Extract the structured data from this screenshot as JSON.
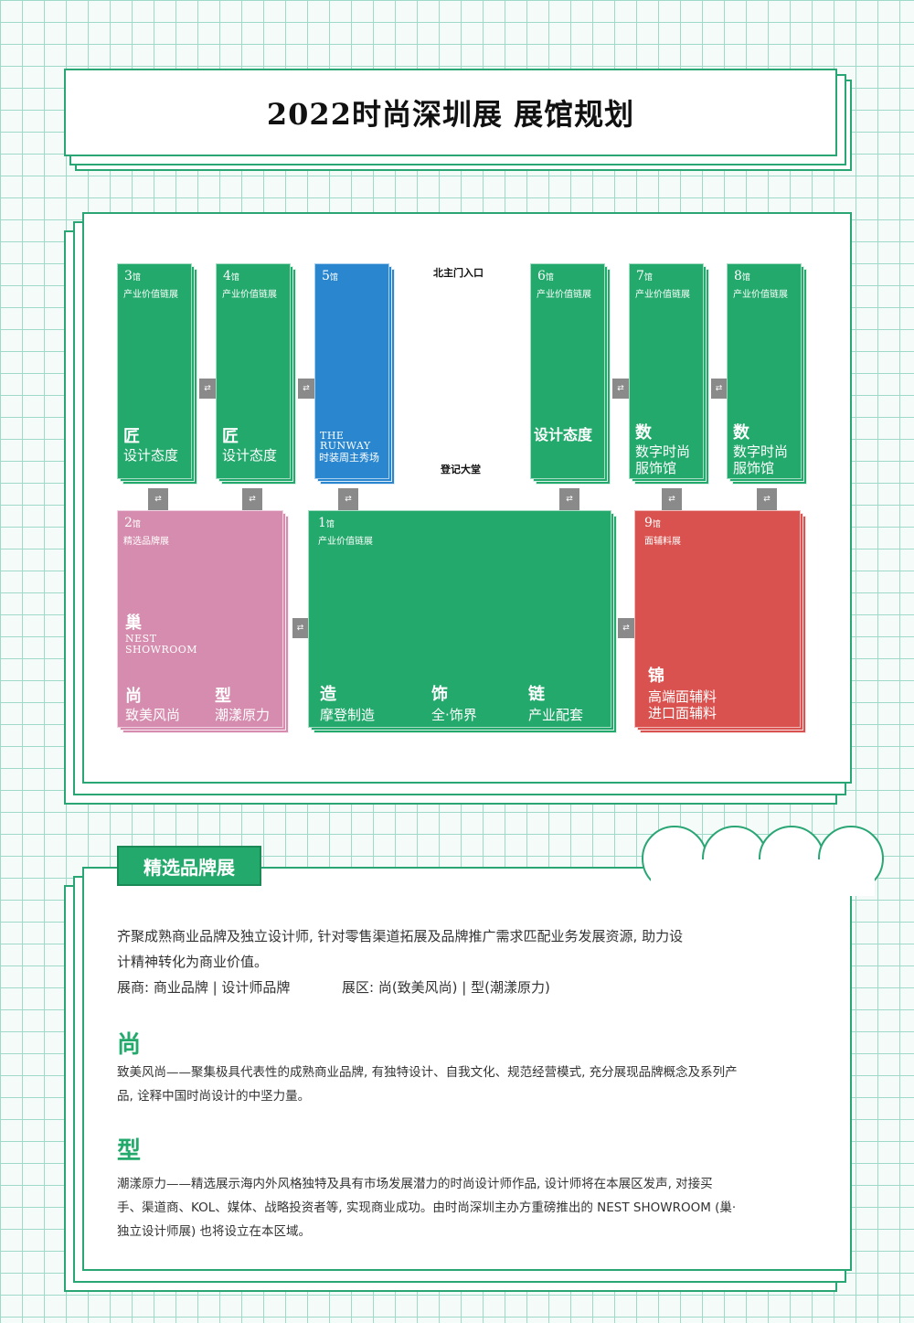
{
  "title": "2022时尚深圳展  展馆规划",
  "labels": {
    "north_entrance": "北主门入口",
    "lobby": "登记大堂"
  },
  "connector_symbol": "⇄",
  "halls": {
    "h3": {
      "num": "3",
      "unit": "馆",
      "sub": "产业价值链展",
      "big": "匠",
      "desc": "设计态度",
      "color": "#23a96c"
    },
    "h4": {
      "num": "4",
      "unit": "馆",
      "sub": "产业价值链展",
      "big": "匠",
      "desc": "设计态度",
      "color": "#23a96c"
    },
    "h5": {
      "num": "5",
      "unit": "馆",
      "eng1": "THE",
      "eng2": "RUNWAY",
      "desc": "时装周主秀场",
      "color": "#2a87cf"
    },
    "h6": {
      "num": "6",
      "unit": "馆",
      "sub": "产业价值链展",
      "desc": "设计态度",
      "color": "#23a96c"
    },
    "h7": {
      "num": "7",
      "unit": "馆",
      "sub": "产业价值链展",
      "big": "数",
      "desc1": "数字时尚",
      "desc2": "服饰馆",
      "color": "#23a96c"
    },
    "h8": {
      "num": "8",
      "unit": "馆",
      "sub": "产业价值链展",
      "big": "数",
      "desc1": "数字时尚",
      "desc2": "服饰馆",
      "color": "#23a96c"
    },
    "h2": {
      "num": "2",
      "unit": "馆",
      "sub": "精选品牌展",
      "big": "巢",
      "eng1": "NEST",
      "eng2": "SHOWROOM",
      "z1_big": "尚",
      "z1_desc": "致美风尚",
      "z2_big": "型",
      "z2_desc": "潮漾原力",
      "color": "#d68cae"
    },
    "h1": {
      "num": "1",
      "unit": "馆",
      "sub": "产业价值链展",
      "z1_big": "造",
      "z1_desc": "摩登制造",
      "z2_big": "饰",
      "z2_desc": "全·饰界",
      "z3_big": "链",
      "z3_desc": "产业配套",
      "color": "#23a96c"
    },
    "h9": {
      "num": "9",
      "unit": "馆",
      "sub": "面辅料展",
      "big": "锦",
      "desc1": "高端面辅料",
      "desc2": "进口面辅料",
      "color": "#d9524f"
    }
  },
  "section": {
    "tab": "精选品牌展",
    "intro1": "齐聚成熟商业品牌及独立设计师, 针对零售渠道拓展及品牌推广需求匹配业务发展资源, 助力设",
    "intro2": "计精神转化为商业价值。",
    "exhibitors": "展商: 商业品牌 | 设计师品牌",
    "zones": "展区: 尚(致美风尚) | 型(潮漾原力)",
    "shang_head": "尚",
    "shang_p1": "致美风尚——聚集极具代表性的成熟商业品牌, 有独特设计、自我文化、规范经营模式, 充分展现品牌概念及系列产",
    "shang_p2": "品, 诠释中国时尚设计的中坚力量。",
    "xing_head": "型",
    "xing_p1": "潮漾原力——精选展示海内外风格独特及具有市场发展潜力的时尚设计师作品, 设计师将在本展区发声, 对接买",
    "xing_p2": "手、渠道商、KOL、媒体、战略投资者等, 实现商业成功。由时尚深圳主办方重磅推出的 NEST SHOWROOM (巢·",
    "xing_p3": "独立设计师展) 也将设立在本区域。"
  }
}
